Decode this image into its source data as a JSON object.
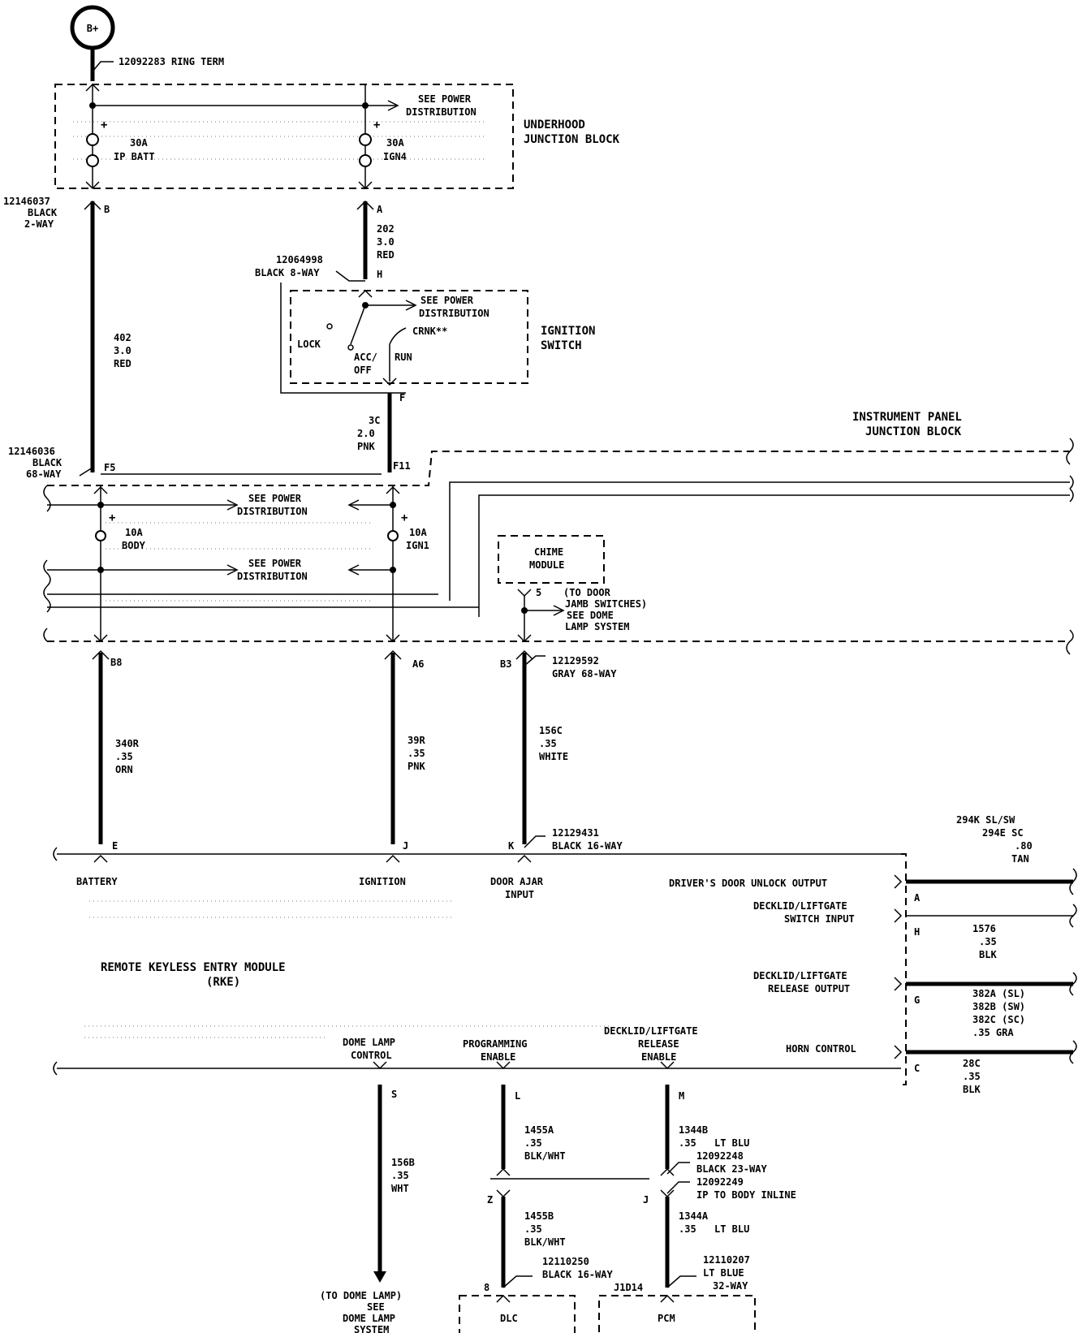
{
  "battery": {
    "symbol": "B+",
    "terminal": "12092283 RING TERM"
  },
  "underhood": {
    "title_line1": "UNDERHOOD",
    "title_line2": "JUNCTION BLOCK",
    "see1": "SEE POWER",
    "see2": "DISTRIBUTION",
    "fuse_left_amp": "30A",
    "fuse_left_name": "IP BATT",
    "fuse_right_amp": "30A",
    "fuse_right_name": "IGN4",
    "conn_left_part": "12146037",
    "conn_left_color": "BLACK",
    "conn_left_type": "2-WAY",
    "pin_b": "B",
    "pin_a": "A"
  },
  "wires": {
    "w402": [
      "402",
      "3.0",
      "RED"
    ],
    "w202": [
      "202",
      "3.0",
      "RED"
    ],
    "w3c": [
      "3C",
      "2.0",
      "PNK"
    ],
    "w340r": [
      "340R",
      ".35",
      "ORN"
    ],
    "w39r": [
      "39R",
      ".35",
      "PNK"
    ],
    "w156c": [
      "156C",
      ".35",
      "WHITE"
    ],
    "w156b": [
      "156B",
      ".35",
      "WHT"
    ],
    "w1455a": [
      "1455A",
      ".35",
      "BLK/WHT"
    ],
    "w1455b": [
      "1455B",
      ".35",
      "BLK/WHT"
    ],
    "w1344b": [
      "1344B",
      ".35",
      "LT BLU"
    ],
    "w1344a": [
      "1344A",
      ".35",
      "LT BLU"
    ]
  },
  "ignition": {
    "conn_part": "12064998",
    "conn_desc": "BLACK 8-WAY",
    "pin_h": "H",
    "pin_f": "F",
    "see1": "SEE POWER",
    "see2": "DISTRIBUTION",
    "crnk": "CRNK**",
    "lock": "LOCK",
    "acc": "ACC/",
    "off": "OFF",
    "run": "RUN",
    "title_line1": "IGNITION",
    "title_line2": "SWITCH"
  },
  "ipjb": {
    "title_line1": "INSTRUMENT PANEL",
    "title_line2": "JUNCTION BLOCK",
    "conn_part": "12146036",
    "conn_color": "BLACK",
    "conn_type": "68-WAY",
    "pin_f5": "F5",
    "pin_f11": "F11",
    "see1": "SEE POWER",
    "see2": "DISTRIBUTION",
    "fuse_left_amp": "10A",
    "fuse_left_name": "BODY",
    "fuse_right_amp": "10A",
    "fuse_right_name": "IGN1",
    "chime1": "CHIME",
    "chime2": "MODULE",
    "chime_pin": "5",
    "jamb1": "(TO DOOR",
    "jamb2": "JAMB SWITCHES)",
    "jamb3": "SEE DOME",
    "jamb4": "LAMP SYSTEM",
    "pin_b8": "B8",
    "pin_a6": "A6",
    "pin_b3": "B3",
    "conn2_part": "12129592",
    "conn2_desc": "GRAY 68-WAY"
  },
  "rke": {
    "title_line1": "REMOTE KEYLESS ENTRY MODULE",
    "title_line2": "(RKE)",
    "pin_e": "E",
    "pin_j": "J",
    "pin_k": "K",
    "conn_part": "12129431",
    "conn_desc": "BLACK 16-WAY",
    "battery": "BATTERY",
    "ignition": "IGNITION",
    "door1": "DOOR AJAR",
    "door2": "INPUT",
    "drv_unlock": "DRIVER'S DOOR UNLOCK OUTPUT",
    "deck_sw1": "DECKLID/LIFTGATE",
    "deck_sw2": "SWITCH INPUT",
    "deck_rel1": "DECKLID/LIFTGATE",
    "deck_rel2": "RELEASE OUTPUT",
    "horn": "HORN CONTROL",
    "dome1": "DOME LAMP",
    "dome2": "CONTROL",
    "prog1": "PROGRAMMING",
    "prog2": "ENABLE",
    "dre1": "DECKLID/LIFTGATE",
    "dre2": "RELEASE",
    "dre3": "ENABLE",
    "pin_s": "S",
    "pin_l": "L",
    "pin_m": "M"
  },
  "right": {
    "w294_1": "294K SL/SW",
    "w294_2": "294E SC",
    "w294_3": ".80",
    "w294_4": "TAN",
    "pin_a": "A",
    "pin_h": "H",
    "pin_g": "G",
    "pin_c": "C",
    "w1576": [
      "1576",
      ".35",
      "BLK"
    ],
    "w382_1": "382A (SL)",
    "w382_2": "382B (SW)",
    "w382_3": "382C (SC)",
    "w382_4": ".35   GRA",
    "w28c": [
      "28C",
      ".35",
      "BLK"
    ]
  },
  "bottom": {
    "inline1_part": "12092248",
    "inline1_desc": "BLACK 23-WAY",
    "inline2_part": "12092249",
    "inline2_desc": "IP TO BODY INLINE",
    "pin_z": "Z",
    "pin_j": "J",
    "pin_8": "8",
    "dlc_part": "12110250",
    "dlc_desc": "BLACK 16-WAY",
    "pcm_part": "12110207",
    "pcm_desc1": "LT BLUE",
    "pcm_desc2": "32-WAY",
    "j1d14": "J1D14",
    "dome_note1": "(TO DOME LAMP)",
    "dome_note2": "SEE",
    "dome_note3": "DOME LAMP",
    "dome_note4": "SYSTEM",
    "dlc": "DLC",
    "pcm": "PCM"
  }
}
